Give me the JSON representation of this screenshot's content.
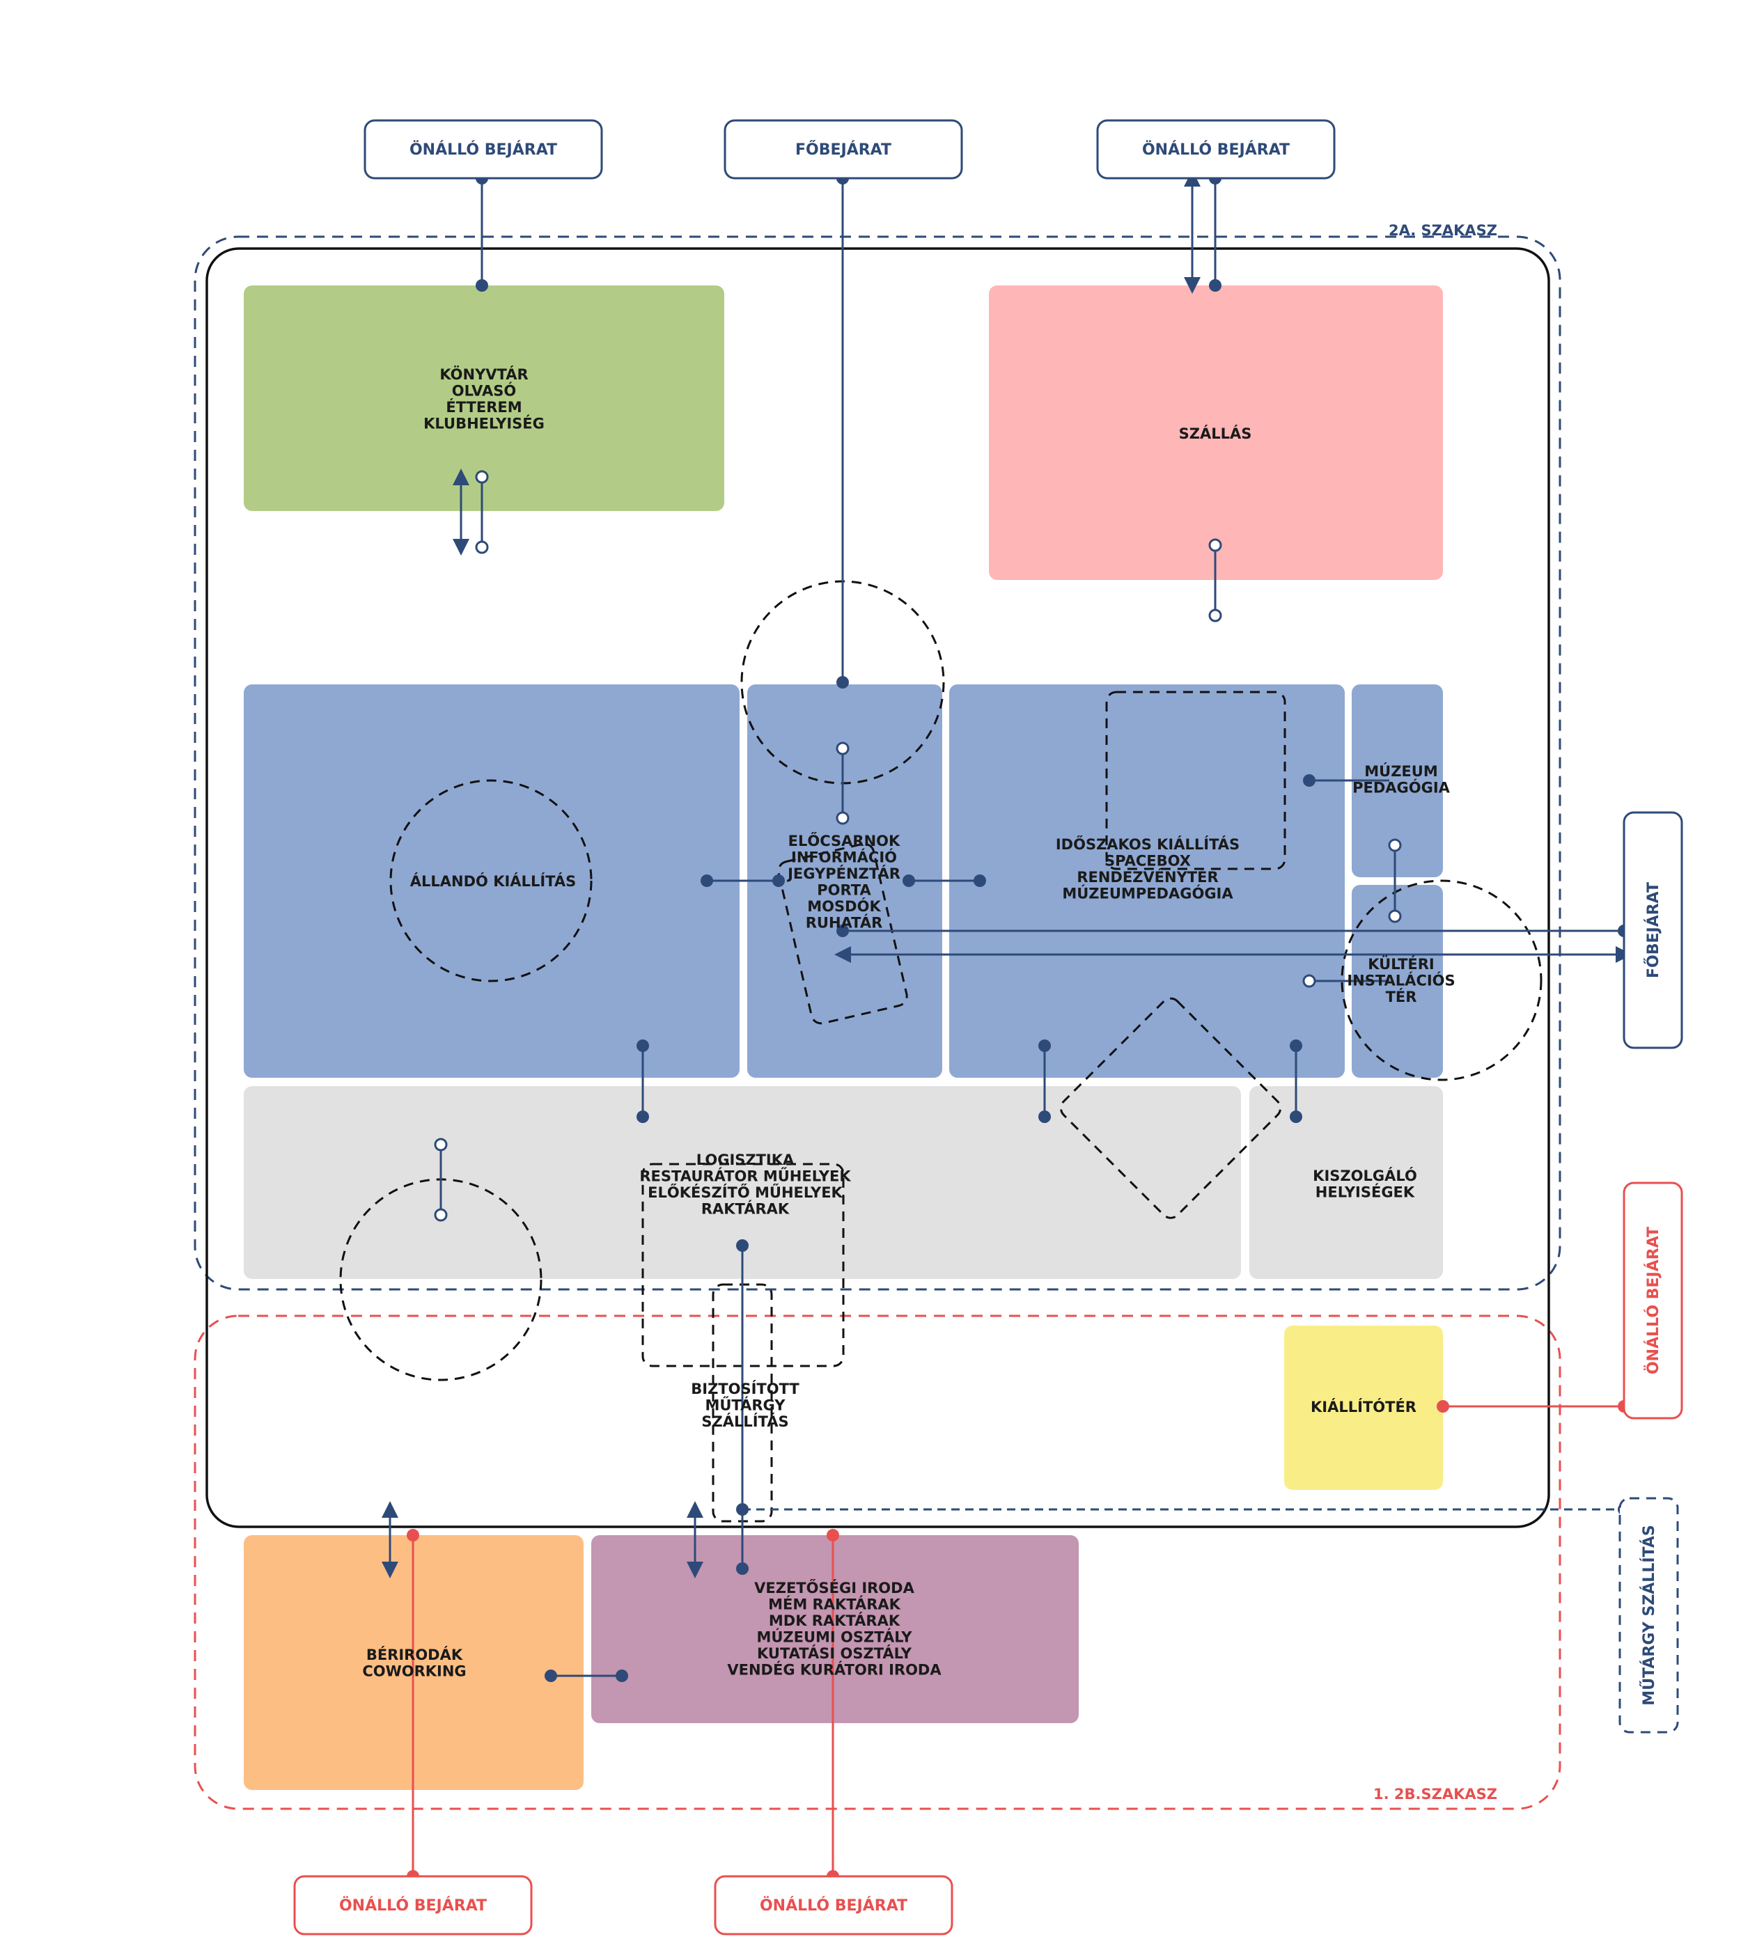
{
  "colors": {
    "navy": "#2e4a78",
    "red": "#e8504f",
    "green": "#b2cc87",
    "pink": "#feb6b7",
    "blue": "#8fa8d2",
    "gray": "#e1e1e1",
    "yellow": "#f9ed88",
    "orange": "#fdbe84",
    "purple": "#c396b1"
  },
  "entrances": {
    "top_left": "ÖNÁLLÓ BEJÁRAT",
    "top_center": "FŐBEJÁRAT",
    "top_right": "ÖNÁLLÓ BEJÁRAT",
    "right_main": "FŐBEJÁRAT",
    "right_separate": "ÖNÁLLÓ BEJÁRAT",
    "right_transport": "MŰTÁRGY SZÁLLÍTÁS",
    "bottom_left": "ÖNÁLLÓ BEJÁRAT",
    "bottom_center": "ÖNÁLLÓ BEJÁRAT"
  },
  "sections": {
    "upper": "2A. SZAKASZ",
    "lower": "1. 2B.SZAKASZ"
  },
  "zones": {
    "library": [
      "KÖNYVTÁR",
      "OLVASÓ",
      "ÉTTEREM",
      "KLUBHELYISÉG"
    ],
    "accommodation": [
      "SZÁLLÁS"
    ],
    "permanent": [
      "ÁLLANDÓ KIÁLLÍTÁS"
    ],
    "lobby": [
      "ELŐCSARNOK",
      "INFORMÁCIÓ",
      "JEGYPÉNZTÁR",
      "PORTA",
      "MOSDÓK",
      "RUHATÁR"
    ],
    "temporary": [
      "IDŐSZAKOS KIÁLLÍTÁS",
      "SPACEBOX",
      "RENDEZVÉNYTÉR",
      "MÚZEUMPEDAGÓGIA"
    ],
    "pedagogy": [
      "MÚZEUM",
      "PEDAGÓGIA"
    ],
    "outdoor": [
      "KÜLTÉRI",
      "INSTALÁCIÓS",
      "TÉR"
    ],
    "logistics": [
      "LOGISZTIKA",
      "RESTAURÁTOR MŰHELYEK",
      "ELŐKÉSZÍTŐ MŰHELYEK",
      "RAKTÁRAK"
    ],
    "service": [
      "KISZOLGÁLÓ",
      "HELYISÉGEK"
    ],
    "insured": [
      "BIZTOSÍTOTT",
      "MŰTÁRGY",
      "SZÁLLÍTÁS"
    ],
    "exhibition_space": [
      "KIÁLLÍTÓTÉR"
    ],
    "offices": [
      "BÉRIRODÁK",
      "COWORKING"
    ],
    "management": [
      "VEZETŐSÉGI IRODA",
      "MÉM RAKTÁRAK",
      "MDK RAKTÁRAK",
      "MÚZEUMI OSZTÁLY",
      "KUTATÁSI OSZTÁLY",
      "VENDÉG KURÁTORI IRODA"
    ]
  }
}
